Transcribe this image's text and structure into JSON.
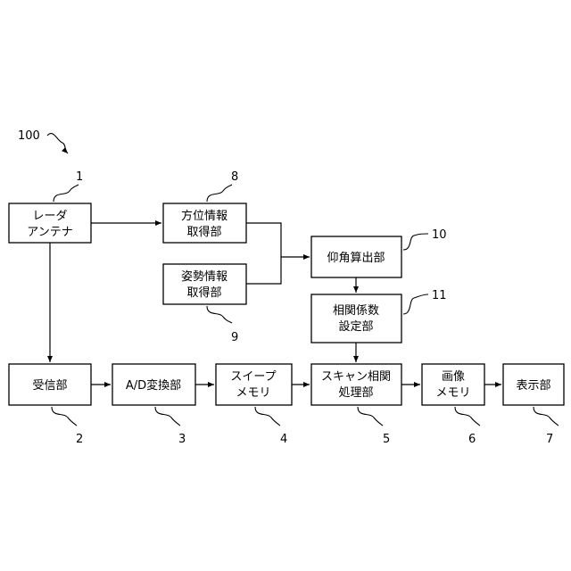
{
  "diagram_ref": "100",
  "blocks": [
    {
      "id": "radar_antenna",
      "lines": [
        "レーダ",
        "アンテナ"
      ],
      "ref": "1"
    },
    {
      "id": "azimuth",
      "lines": [
        "方位情報",
        "取得部"
      ],
      "ref": "8"
    },
    {
      "id": "attitude",
      "lines": [
        "姿勢情報",
        "取得部"
      ],
      "ref": "9"
    },
    {
      "id": "elevation",
      "lines": [
        "仰角算出部"
      ],
      "ref": "10"
    },
    {
      "id": "coefficient",
      "lines": [
        "相関係数",
        "設定部"
      ],
      "ref": "11"
    },
    {
      "id": "receiver",
      "lines": [
        "受信部"
      ],
      "ref": "2"
    },
    {
      "id": "adc",
      "lines": [
        "A/D変換部"
      ],
      "ref": "3"
    },
    {
      "id": "sweep_memory",
      "lines": [
        "スイープ",
        "メモリ"
      ],
      "ref": "4"
    },
    {
      "id": "scan_corr",
      "lines": [
        "スキャン相関",
        "処理部"
      ],
      "ref": "5"
    },
    {
      "id": "image_memory",
      "lines": [
        "画像",
        "メモリ"
      ],
      "ref": "6"
    },
    {
      "id": "display",
      "lines": [
        "表示部"
      ],
      "ref": "7"
    }
  ]
}
